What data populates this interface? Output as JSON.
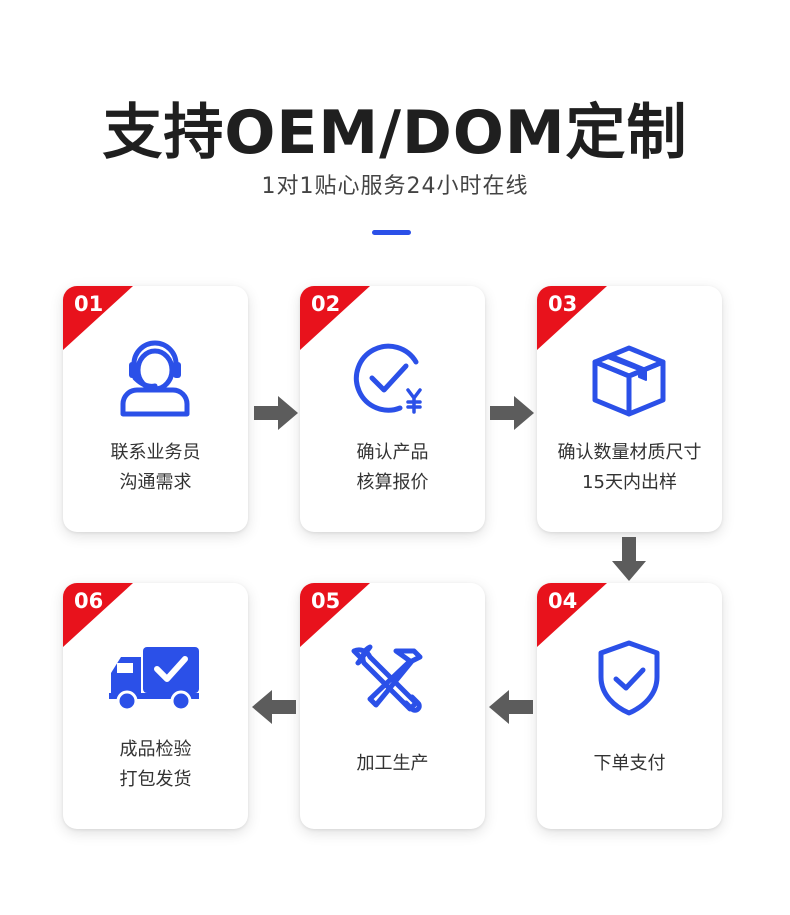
{
  "header": {
    "title": "支持OEM/DOM定制",
    "subtitle": "1对1贴心服务24小时在线"
  },
  "colors": {
    "accent_blue": "#2b50e8",
    "corner_red": "#e8121c",
    "arrow_gray": "#5c5c5c"
  },
  "steps": [
    {
      "num": "01",
      "icon": "customer-service-icon",
      "line1": "联系业务员",
      "line2": "沟通需求"
    },
    {
      "num": "02",
      "icon": "check-price-icon",
      "line1": "确认产品",
      "line2": "核算报价"
    },
    {
      "num": "03",
      "icon": "box-icon",
      "line1": "确认数量材质尺寸",
      "line2": "15天内出样"
    },
    {
      "num": "04",
      "icon": "shield-check-icon",
      "line1": "下单支付",
      "line2": ""
    },
    {
      "num": "05",
      "icon": "tools-icon",
      "line1": "加工生产",
      "line2": ""
    },
    {
      "num": "06",
      "icon": "delivery-truck-icon",
      "line1": "成品检验",
      "line2": "打包发货"
    }
  ]
}
